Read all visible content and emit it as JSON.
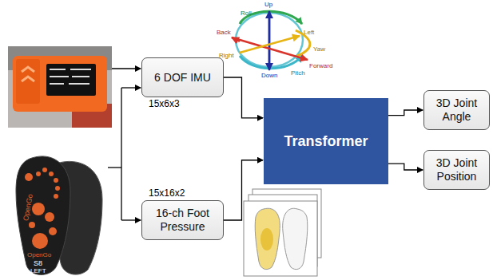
{
  "diagram": {
    "nodes": [
      {
        "text": [
          "6 DOF IMU"
        ]
      },
      {
        "text": [
          "16-ch Foot Pressure"
        ]
      },
      {
        "text": [
          "Transformer"
        ]
      },
      {
        "text": [
          "3D Joint Angle"
        ]
      },
      {
        "text": [
          "3D Joint Position"
        ]
      }
    ],
    "edges": [
      {
        "from": 0,
        "to": 2,
        "arrow": "to"
      },
      {
        "from": 1,
        "to": 2,
        "arrow": "to"
      },
      {
        "from": 2,
        "to": 3,
        "arrow": "to"
      },
      {
        "from": 2,
        "to": 4,
        "arrow": "to"
      }
    ],
    "labels": [
      "15x6x3",
      "15x16x2",
      "Up",
      "Down",
      "Back",
      "Forward",
      "Left",
      "Right",
      "Roll",
      "Pitch",
      "Yaw",
      "OpenGo",
      "OpenGo",
      "S8",
      "LEFT"
    ]
  }
}
